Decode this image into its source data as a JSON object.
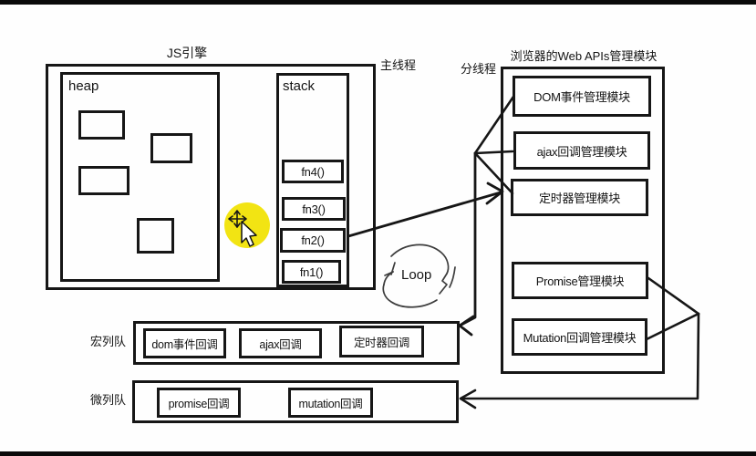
{
  "palette": {
    "ink": "#161616",
    "background": "#fefefe",
    "highlight_yellow": "#f2e413",
    "edge_bar": "#0a0a0a"
  },
  "js_engine": {
    "title": "JS引擎",
    "thread_label": "主线程",
    "heap": {
      "label": "heap"
    },
    "stack": {
      "label": "stack",
      "frames": [
        "fn4()",
        "fn3()",
        "fn2()",
        "fn1()"
      ]
    }
  },
  "web_apis": {
    "title": "浏览器的Web APIs管理模块",
    "thread_label": "分线程",
    "modules": [
      "DOM事件管理模块",
      "ajax回调管理模块",
      "定时器管理模块",
      "Promise管理模块",
      "Mutation回调管理模块"
    ]
  },
  "queues": {
    "macro": {
      "label": "宏列队",
      "items": [
        "dom事件回调",
        "ajax回调",
        "定时器回调"
      ]
    },
    "micro": {
      "label": "微列队",
      "items": [
        "promise回调",
        "mutation回调"
      ]
    }
  },
  "annotations": {
    "loop_label": "Loop",
    "cursor_icon": "move-cursor",
    "highlight_icon": "yellow-highlight-circle"
  }
}
